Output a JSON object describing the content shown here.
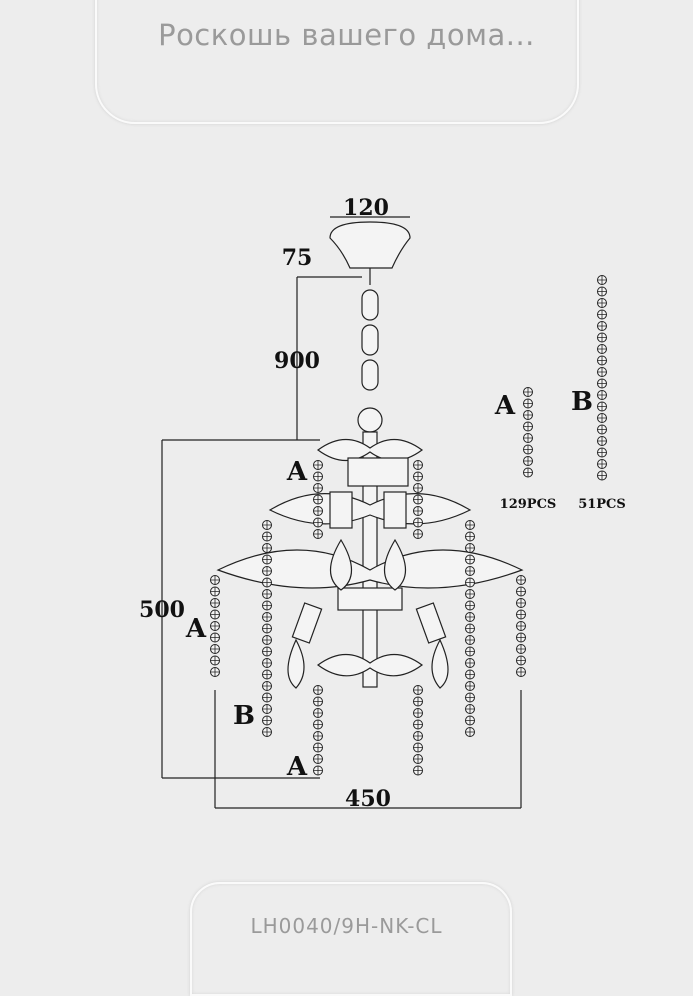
{
  "header": {
    "title": "Роскошь вашего дома..."
  },
  "footer": {
    "model": "LH0040/9H-NK-CL"
  },
  "dimensions": {
    "canopy_width": "120",
    "canopy_height": "75",
    "chain_length": "900",
    "body_height": "500",
    "body_width": "450"
  },
  "labels": {
    "a": "A",
    "b": "B"
  },
  "legend": {
    "a_label": "A",
    "a_count": "129PCS",
    "b_label": "B",
    "b_count": "51PCS"
  }
}
